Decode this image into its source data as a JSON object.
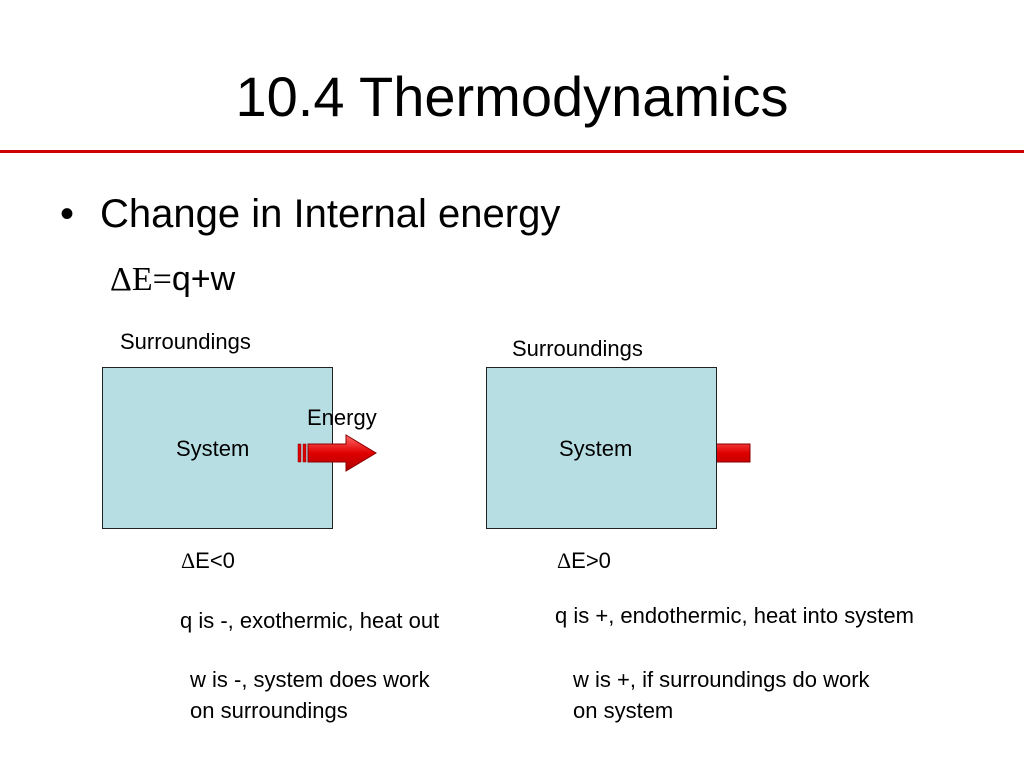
{
  "title": "10.4 Thermodynamics",
  "bullet": "Change in Internal energy",
  "equation": {
    "lhs": "ΔE=",
    "rhs": "q+w"
  },
  "left": {
    "surroundings": "Surroundings",
    "system": "System",
    "energy": "Energy",
    "delta_sym": "Δ",
    "delta": "E<0",
    "q": "q is -, exothermic, heat out",
    "w_line1": "w is -, system does work",
    "w_line2": "on surroundings"
  },
  "right": {
    "surroundings": "Surroundings",
    "system": "System",
    "delta_sym": "Δ",
    "delta": "E>0",
    "q": "q is +, endothermic, heat into system",
    "w_line1": "w is +, if surroundings do work",
    "w_line2": "on system"
  },
  "colors": {
    "rule": "#cc0000",
    "box_fill": "#b7dfe3",
    "arrow": "#e00000"
  }
}
